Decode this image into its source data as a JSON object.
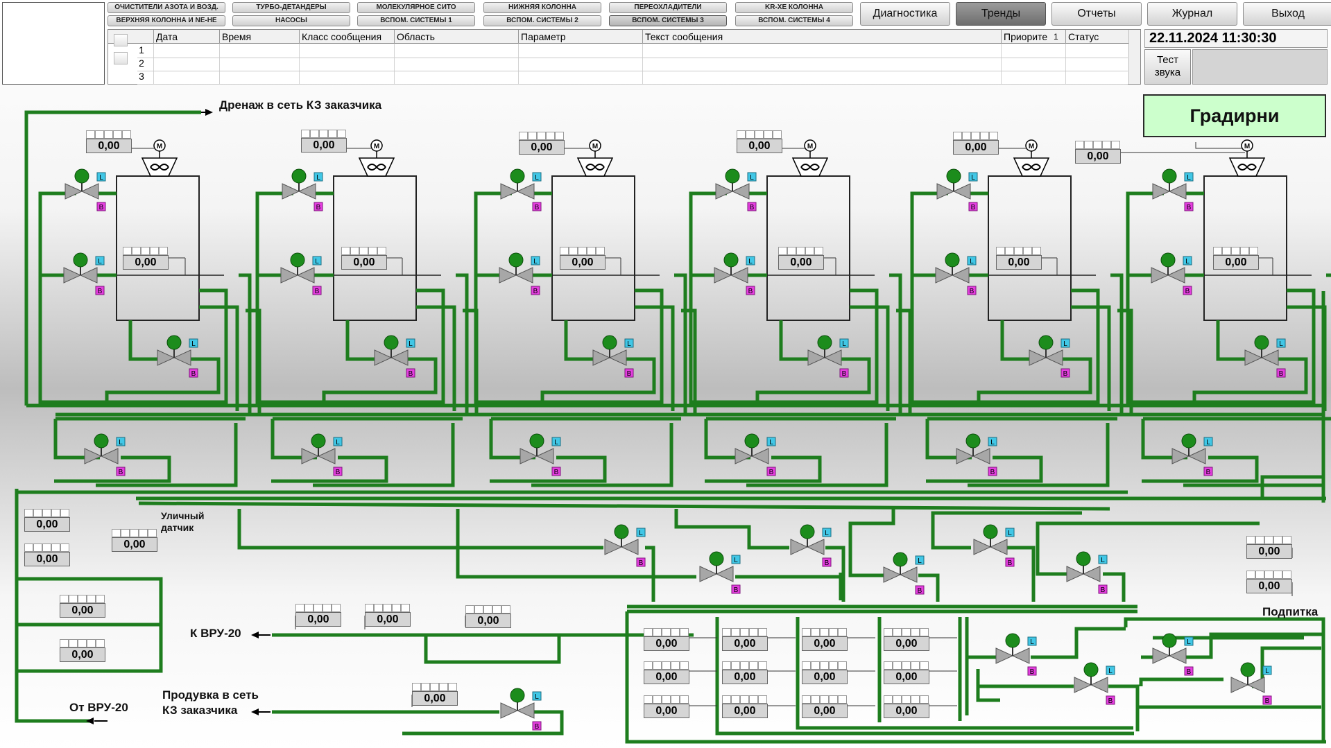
{
  "nav": {
    "row1": [
      "ОЧИСТИТЕЛИ АЗОТА И ВОЗД.",
      "ТУРБО-ДЕТАНДЕРЫ",
      "МОЛЕКУЛЯРНОЕ СИТО",
      "НИЖНЯЯ КОЛОННА",
      "ПЕРЕОХЛАДИТЕЛИ",
      "KR-XE КОЛОННА"
    ],
    "row2": [
      "ВЕРХНЯЯ КОЛОННА И NE-HE",
      "НАСОСЫ",
      "ВСПОМ. СИСТЕМЫ 1",
      "ВСПОМ. СИСТЕМЫ 2",
      "ВСПОМ. СИСТЕМЫ 3",
      "ВСПОМ. СИСТЕМЫ 4"
    ]
  },
  "main_buttons": [
    "Диагностика",
    "Тренды",
    "Отчеты",
    "Журнал",
    "Выход"
  ],
  "alarm_table": {
    "columns": [
      "Дата",
      "Время",
      "Класс сообщения",
      "Область",
      "Параметр",
      "Текст сообщения",
      "Приорите",
      "Статус"
    ],
    "sort_marker": "1",
    "rows": [
      "1",
      "2",
      "3"
    ]
  },
  "datetime": "22.11.2024 11:30:30",
  "test_button": "Тест звука",
  "page_title": "Градирни",
  "labels": {
    "drain": "Дренаж в сеть КЗ заказчика",
    "street_sensor": "Уличный датчик",
    "to_vru": "К ВРУ-20",
    "from_vru": "От ВРУ-20",
    "purge_line1": "Продувка в сеть",
    "purge_line2": "КЗ заказчика",
    "makeup": "Подпитка"
  },
  "motor_symbol": "M",
  "valve_tag_top": "L",
  "valve_tag_bottom": "B",
  "indicator_value": "0,00",
  "colors": {
    "pipe": "#1e7d1e",
    "valve_head": "#1c8c1c",
    "tag_l": "#41c7e6",
    "tag_b": "#e53ee0",
    "title_bg": "#ccffcc"
  }
}
